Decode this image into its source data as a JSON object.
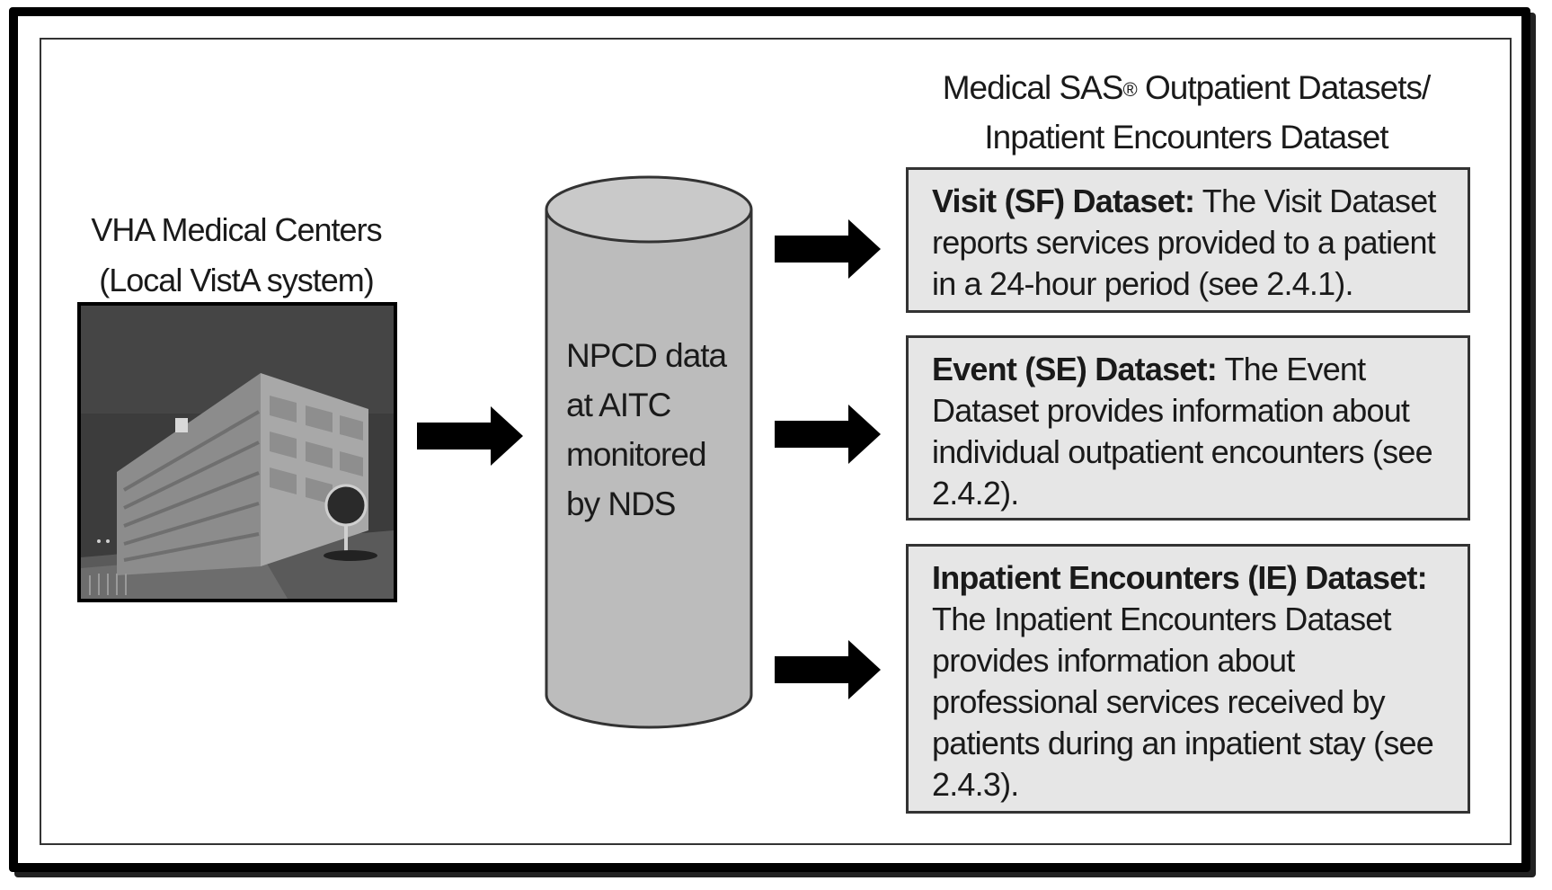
{
  "source": {
    "title_line1": "VHA Medical Centers",
    "title_line2": "(Local VistA system)",
    "image": "hospital-building-icon"
  },
  "repository": {
    "line1": "NPCD data",
    "line2": "at AITC",
    "line3": "monitored",
    "line4": "by NDS"
  },
  "outputs": {
    "title_line1_pre": "Medical SAS",
    "title_line1_sup": "®",
    "title_line1_post": " Outpatient Datasets/",
    "title_line2": "Inpatient Encounters Dataset",
    "datasets": [
      {
        "name": "Visit (SF) Dataset:",
        "description": " The Visit Dataset reports services provided to a patient in a 24-hour period (see 2.4.1)."
      },
      {
        "name": "Event (SE) Dataset:",
        "description": " The Event Dataset provides information about individual outpatient encounters (see 2.4.2)."
      },
      {
        "name": "Inpatient Encounters (IE) Dataset:",
        "description": " The Inpatient Encounters Dataset provides information about professional services received by patients during an inpatient stay (see 2.4.3)."
      }
    ]
  },
  "colors": {
    "box_fill": "#e6e6e6",
    "cylinder_fill": "#bcbcbc",
    "arrow": "#000000"
  }
}
